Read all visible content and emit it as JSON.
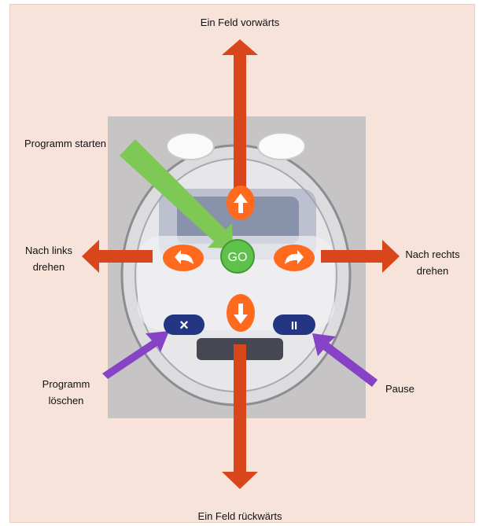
{
  "labels": {
    "forward": "Ein Feld vorwärts",
    "backward": "Ein Feld rückwärts",
    "start": "Programm starten",
    "left_line1": "Nach links",
    "left_line2": "drehen",
    "right_line1": "Nach rechts",
    "right_line2": "drehen",
    "clear_line1": "Programm",
    "clear_line2": "löschen",
    "pause": "Pause"
  },
  "buttons": {
    "go": "GO",
    "clear": "×",
    "pause": "II"
  },
  "colors": {
    "background": "#f7e3da",
    "orange_arrow": "#d9461c",
    "green_arrow": "#7ec856",
    "purple_arrow": "#8743c6",
    "orange_button": "#ff6a1f",
    "green_button": "#5ec14a",
    "navy_button": "#233583"
  }
}
